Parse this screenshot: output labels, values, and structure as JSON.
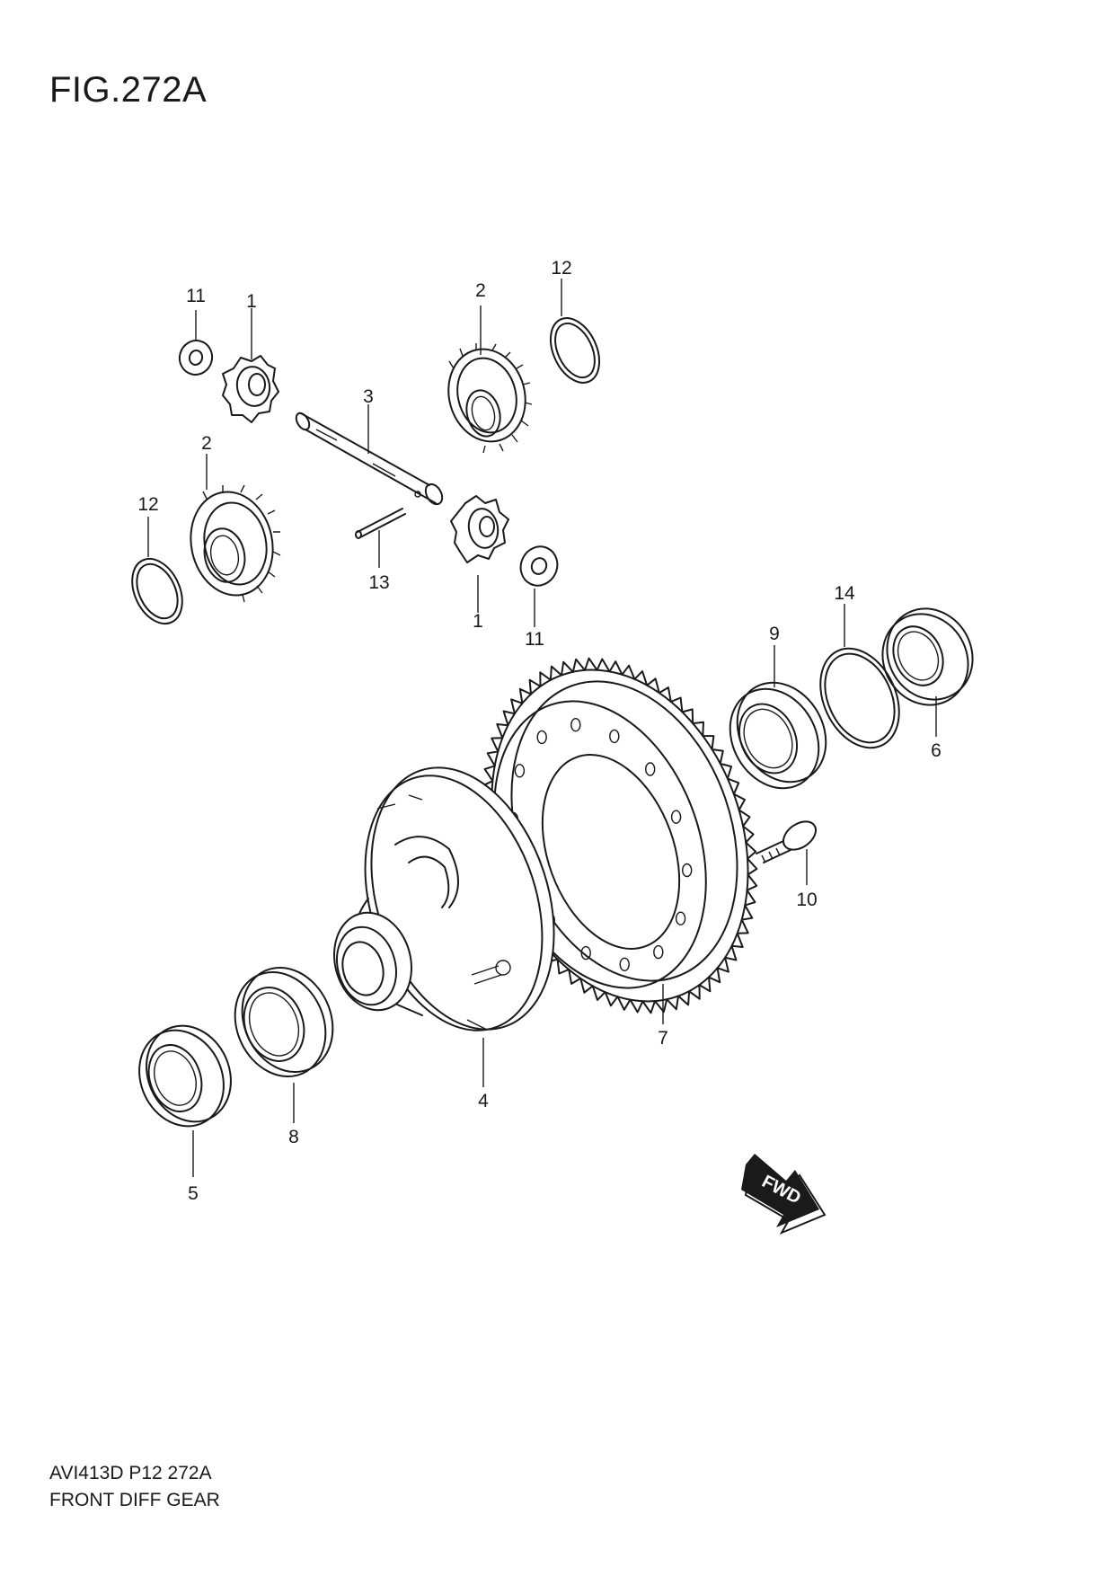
{
  "figure": {
    "title": "FIG.272A",
    "code": "AVI413D P12 272A",
    "name": "FRONT DIFF GEAR"
  },
  "direction_arrow": {
    "label": "FWD"
  },
  "callouts": [
    {
      "id": "c11a",
      "label": "11"
    },
    {
      "id": "c1a",
      "label": "1"
    },
    {
      "id": "c2a",
      "label": "2"
    },
    {
      "id": "c12a",
      "label": "12"
    },
    {
      "id": "c3",
      "label": "3"
    },
    {
      "id": "c2b",
      "label": "2"
    },
    {
      "id": "c12b",
      "label": "12"
    },
    {
      "id": "c13",
      "label": "13"
    },
    {
      "id": "c1b",
      "label": "1"
    },
    {
      "id": "c11b",
      "label": "11"
    },
    {
      "id": "c14",
      "label": "14"
    },
    {
      "id": "c9",
      "label": "9"
    },
    {
      "id": "c6",
      "label": "6"
    },
    {
      "id": "c10",
      "label": "10"
    },
    {
      "id": "c7",
      "label": "7"
    },
    {
      "id": "c4",
      "label": "4"
    },
    {
      "id": "c8",
      "label": "8"
    },
    {
      "id": "c5",
      "label": "5"
    }
  ]
}
